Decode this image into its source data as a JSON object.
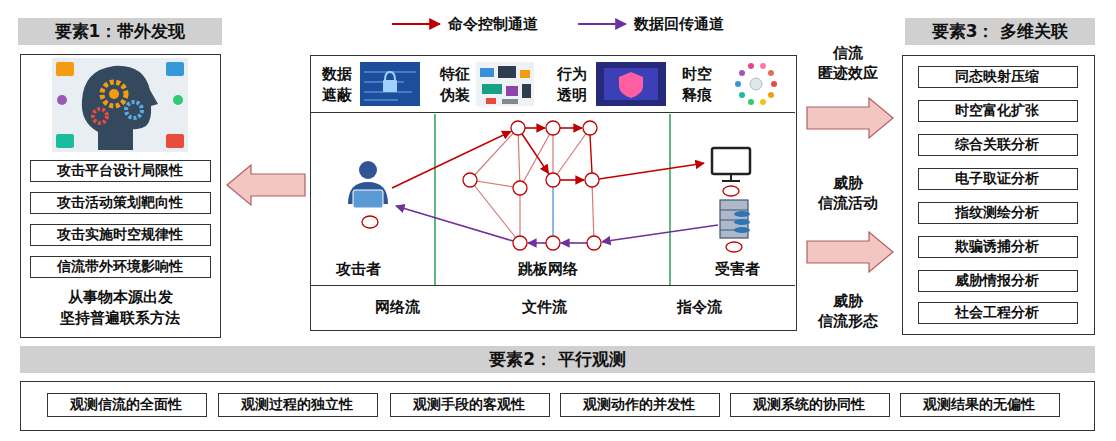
{
  "diagram": {
    "nodes": [
      {
        "text": [
          "要素1：带外发现"
        ]
      },
      {
        "text": [
          "从事物本源出发 坚持普遍联系方法"
        ]
      },
      {
        "text": [
          "攻击平台设计局限性"
        ],
        "in": 1
      },
      {
        "text": [
          "攻击活动策划靶向性"
        ],
        "in": 1
      },
      {
        "text": [
          "攻击实施时空规律性"
        ],
        "in": 1
      },
      {
        "text": [
          "信流带外环境影响性"
        ],
        "in": 1
      },
      {
        "text": [
          "攻击者",
          "跳板网络",
          "受害者"
        ]
      },
      {
        "text": [
          "数据 遮蔽",
          "特征 伪装",
          "行为 透明",
          "时空 释痕"
        ],
        "in": 6
      },
      {
        "text": [
          "网络流",
          "文件流",
          "指令流"
        ],
        "in": 6
      },
      {
        "text": [
          "要素3： 多维关联"
        ]
      },
      {
        "text": []
      },
      {
        "text": [
          "同态映射压缩"
        ],
        "in": 10
      },
      {
        "text": [
          "时空富化扩张"
        ],
        "in": 10
      },
      {
        "text": [
          "综合关联分析"
        ],
        "in": 10
      },
      {
        "text": [
          "电子取证分析"
        ],
        "in": 10
      },
      {
        "text": [
          "指纹测绘分析"
        ],
        "in": 10
      },
      {
        "text": [
          "欺骗诱捕分析"
        ],
        "in": 10
      },
      {
        "text": [
          "威胁情报分析"
        ],
        "in": 10
      },
      {
        "text": [
          "社会工程分析"
        ],
        "in": 10
      },
      {
        "text": [
          "要素2： 平行观测"
        ]
      },
      {
        "text": []
      },
      {
        "text": [
          "观测信流的全面性"
        ],
        "in": 20
      },
      {
        "text": [
          "观测过程的独立性"
        ],
        "in": 20
      },
      {
        "text": [
          "观测手段的客观性"
        ],
        "in": 20
      },
      {
        "text": [
          "观测动作的并发性"
        ],
        "in": 20
      },
      {
        "text": [
          "观测系统的协同性"
        ],
        "in": 20
      },
      {
        "text": [
          "观测结果的无偏性"
        ],
        "in": 20
      }
    ],
    "edges": [
      {
        "from": 6,
        "to": 1,
        "arrow": "to"
      },
      {
        "from": 6,
        "to": 10,
        "arrow": "to"
      },
      {
        "from": 6,
        "to": 10,
        "arrow": "to"
      }
    ],
    "labels": [
      "信流 匿迹效应",
      "威胁 信流活动",
      "威胁 信流形态"
    ],
    "legend": [
      {
        "text": "命令控制通道"
      },
      {
        "text": "数据回传通道"
      }
    ]
  }
}
